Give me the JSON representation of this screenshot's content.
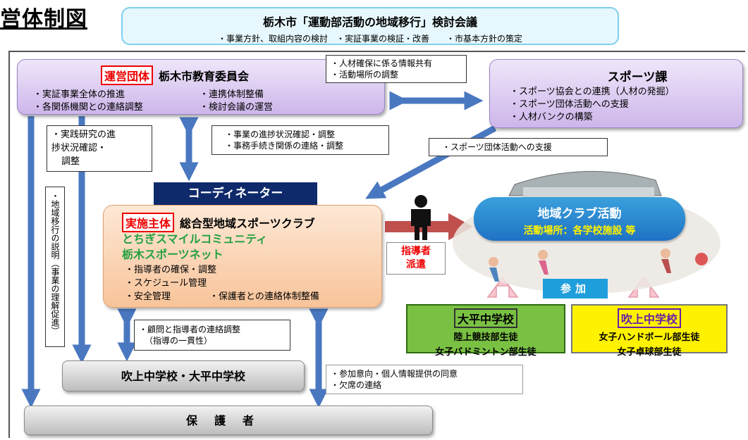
{
  "title": "営体制図",
  "council": {
    "title": "栃木市「運動部活動の地域移行」検討会議",
    "items": "・事業方針、取組内容の検討　・実証事業の検証・改善　　・市基本方針の策定"
  },
  "board": {
    "tag": "運営団体",
    "name": "栃木市教育委員会",
    "items": [
      "・実証事業全体の推進",
      "・連携体制整備",
      "・各関係機関との連絡調整",
      "・検討会議の運営"
    ]
  },
  "sports_division": {
    "title": "スポーツ課",
    "items": [
      "・スポーツ協会との連携（人材の発掘）",
      "・スポーツ団体活動への支援",
      "・人材バンクの構築"
    ]
  },
  "notes": {
    "share": [
      "・人材確保に係る情報共有",
      "・活動場所の調整"
    ],
    "progress": [
      "・実践研究の進",
      "捗状況確認・",
      "調整"
    ],
    "business": [
      "・事業の進捗状況確認・調整",
      "・事務手続き関係の連絡・調整"
    ],
    "support": "・スポーツ団体活動への支援",
    "liaison": [
      "・顧問と指導者の連絡調整",
      "（指導の一貫性）"
    ],
    "consent": [
      "・参加意向・個人情報提供の同意",
      "・欠席の連絡"
    ],
    "explain": "・地域移行の説明（事業の理解促進）"
  },
  "coordinator": "コーディネーター",
  "implementer": {
    "tag": "実施主体",
    "name": "総合型地域スポーツクラブ",
    "clubs": [
      "とちぎスマイルコミュニティ",
      "栃木スポーツネット"
    ],
    "items": [
      "・指導者の確保・調整",
      "・スケジュール管理",
      "・安全管理",
      "・保護者との連絡体制整備"
    ]
  },
  "schools": "吹上中学校・大平中学校",
  "guardians": "保護者",
  "activity": {
    "title": "地域クラブ活動",
    "place": "活動場所：各学校施設 等"
  },
  "dispatch": [
    "指導者",
    "派遣"
  ],
  "join": "参加",
  "ohira": {
    "name": "大平中学校",
    "clubs": [
      "陸上競技部生徒",
      "女子バドミントン部生徒"
    ]
  },
  "fukiage": {
    "name": "吹上中学校",
    "clubs": [
      "女子ハンドボール部生徒",
      "女子卓球部生徒"
    ]
  },
  "colors": {
    "lavender_box": "#cdb6ea",
    "orange_box": "#f8c49a",
    "arrow_blue": "#4a78c0",
    "coordinator_bg": "#0e2a6b",
    "activity_blue": "#1f72c4",
    "ohira_green": "#7ac143",
    "fukiage_yellow": "#fff200",
    "tag_red": "#e00000"
  }
}
